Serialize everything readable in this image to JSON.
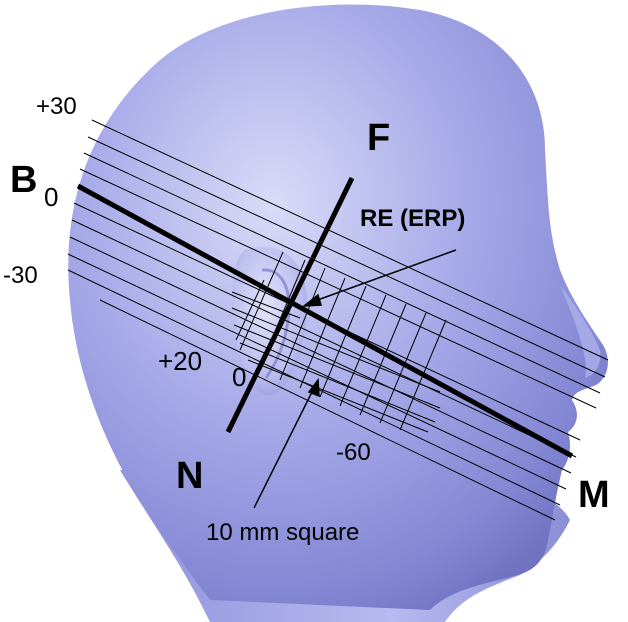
{
  "labels": {
    "b": "B",
    "zero_b": "0",
    "plus30": "+30",
    "minus30": "-30",
    "f": "F",
    "re_erp": "RE (ERP)",
    "plus20": "+20",
    "zero_n": "0",
    "minus60": "-60",
    "n": "N",
    "m": "M",
    "square": "10 mm square"
  },
  "colors": {
    "head_light": "#c9cbf2",
    "head_mid": "#9fa3e6",
    "head_dark": "#6b6fc0",
    "ear_light": "#d6d8f6",
    "lines": "#000000"
  }
}
